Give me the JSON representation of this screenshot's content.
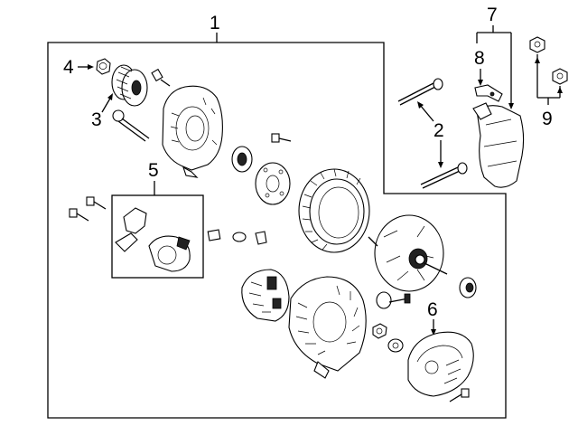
{
  "callouts": {
    "c1": "1",
    "c2": "2",
    "c3": "3",
    "c4": "4",
    "c5": "5",
    "c6": "6",
    "c7": "7",
    "c8": "8",
    "c9": "9"
  },
  "parts": [
    {
      "ref": "1",
      "name": "alternator-assembly"
    },
    {
      "ref": "2",
      "name": "mounting-bolt"
    },
    {
      "ref": "3",
      "name": "pulley"
    },
    {
      "ref": "4",
      "name": "pulley-nut"
    },
    {
      "ref": "5",
      "name": "brush-holder"
    },
    {
      "ref": "6",
      "name": "rear-cover"
    },
    {
      "ref": "7",
      "name": "heat-shield"
    },
    {
      "ref": "8",
      "name": "shield-bracket"
    },
    {
      "ref": "9",
      "name": "shield-nut"
    }
  ]
}
